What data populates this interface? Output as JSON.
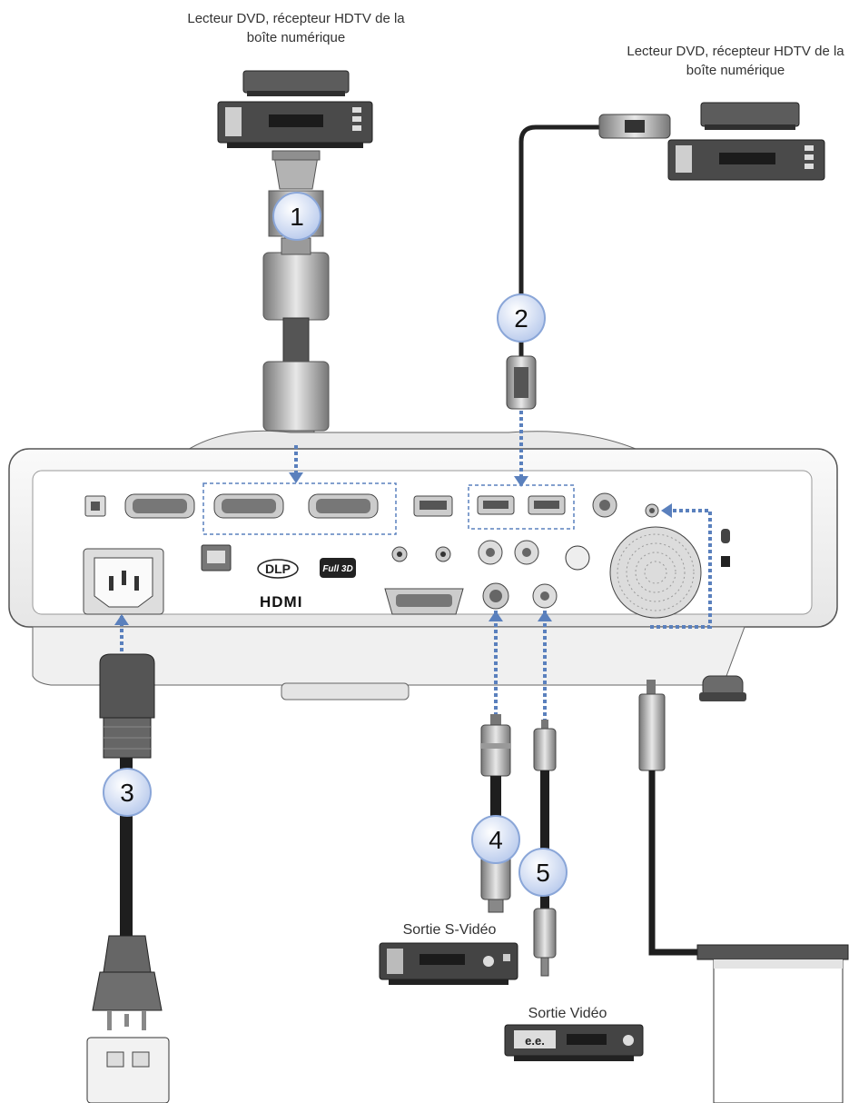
{
  "captions": {
    "source_hdtv_1": "Lecteur DVD, récepteur HDTV de la boîte numérique",
    "source_hdtv_2": "Lecteur DVD, récepteur HDTV de la boîte numérique",
    "svideo_out": "Sortie S-Vidéo",
    "video_out": "Sortie Vidéo"
  },
  "callouts": [
    "1",
    "2",
    "3",
    "4",
    "5"
  ],
  "logos": {
    "hdmi": "HDMI",
    "dlp": "DLP",
    "full3d": "Full 3D"
  },
  "colors": {
    "dashed_line": "#5a80bd",
    "callout_fill": "#c9d8f2",
    "callout_stroke": "#8aa6d8",
    "device_dark": "#3a3a3a",
    "projector_body": "#f4f4f4"
  }
}
